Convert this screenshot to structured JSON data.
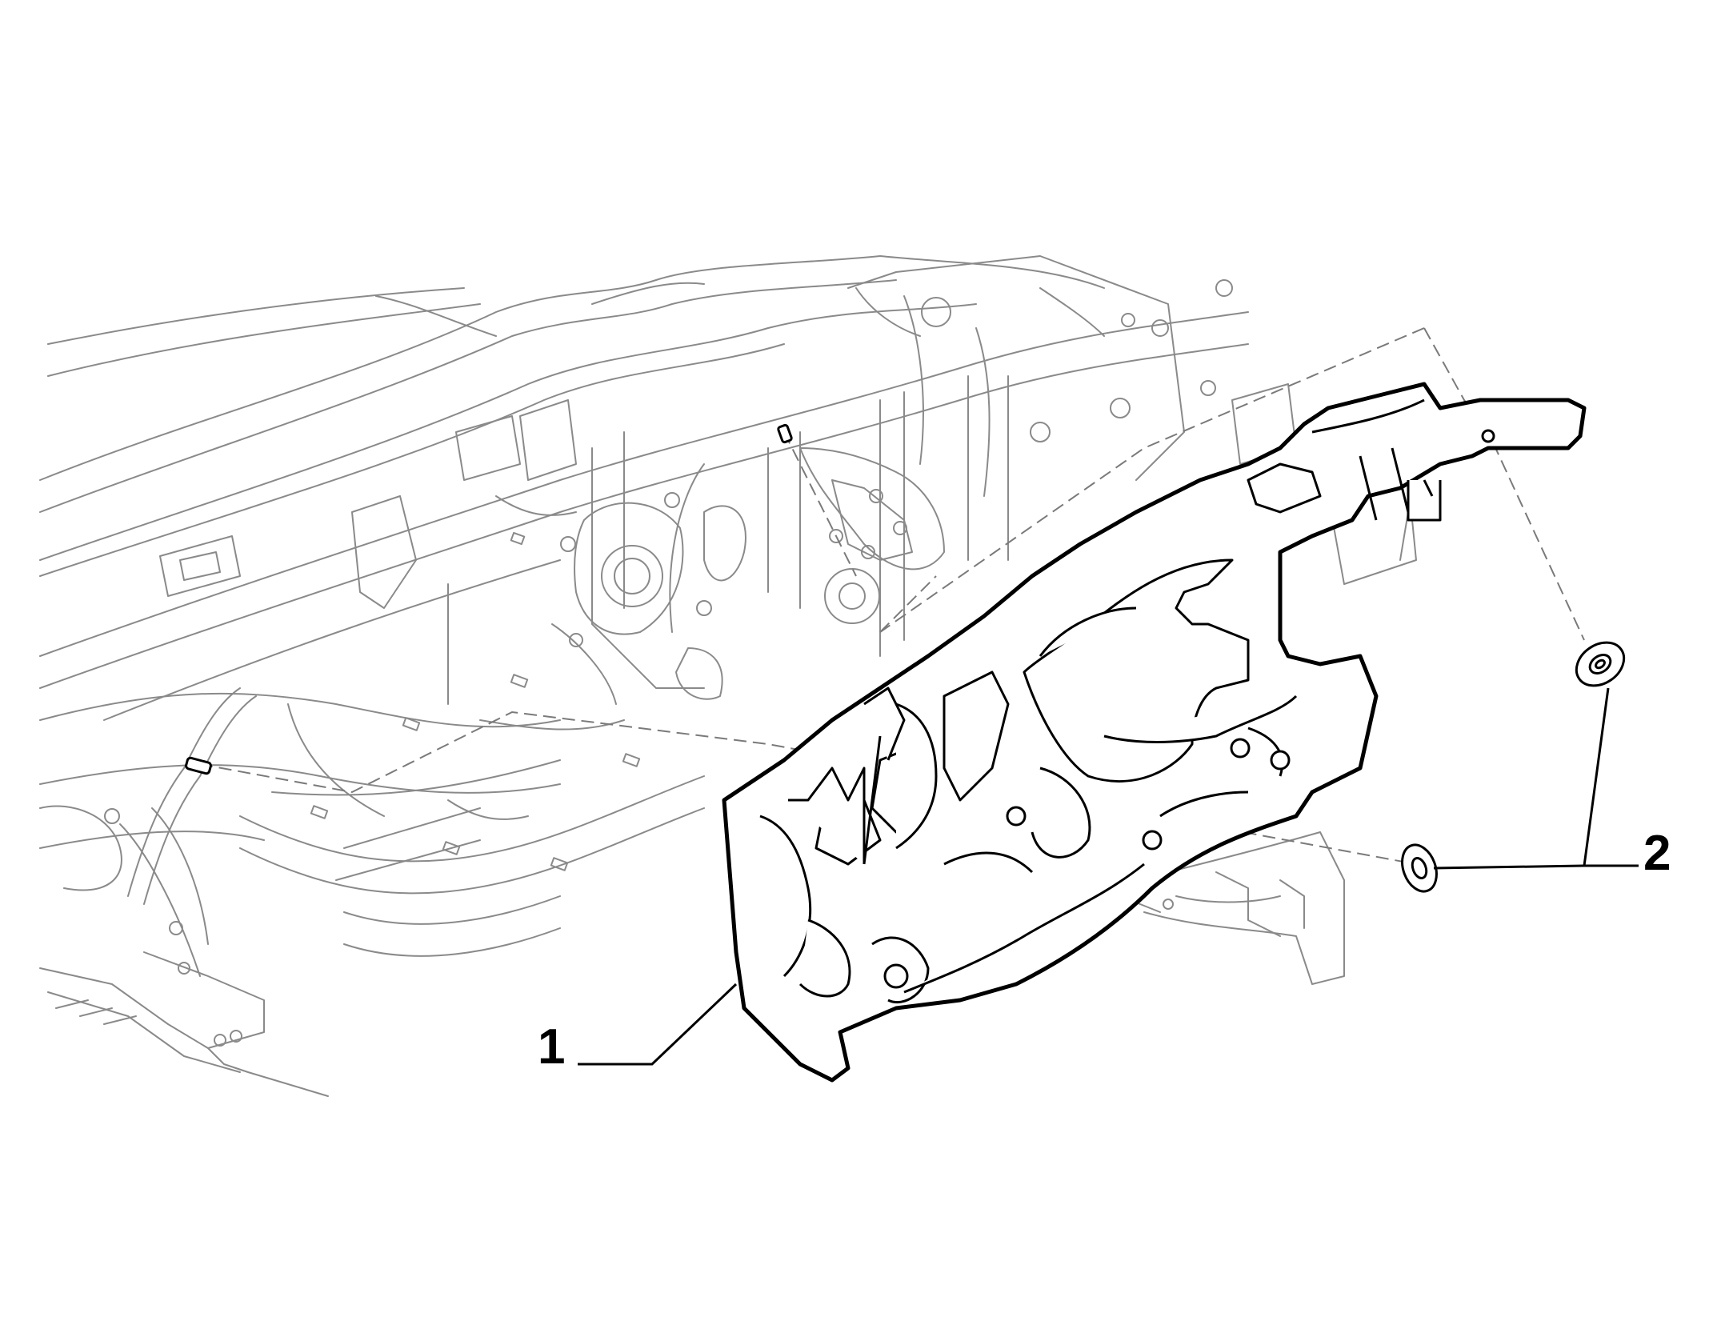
{
  "diagram": {
    "callouts": [
      {
        "id": "1",
        "label": "1"
      },
      {
        "id": "2",
        "label": "2"
      }
    ],
    "colors": {
      "background": "#ffffff",
      "part_outline": "#000000",
      "context_outline": "#8a8a8a",
      "dashed_line": "#7a7a7a"
    }
  }
}
